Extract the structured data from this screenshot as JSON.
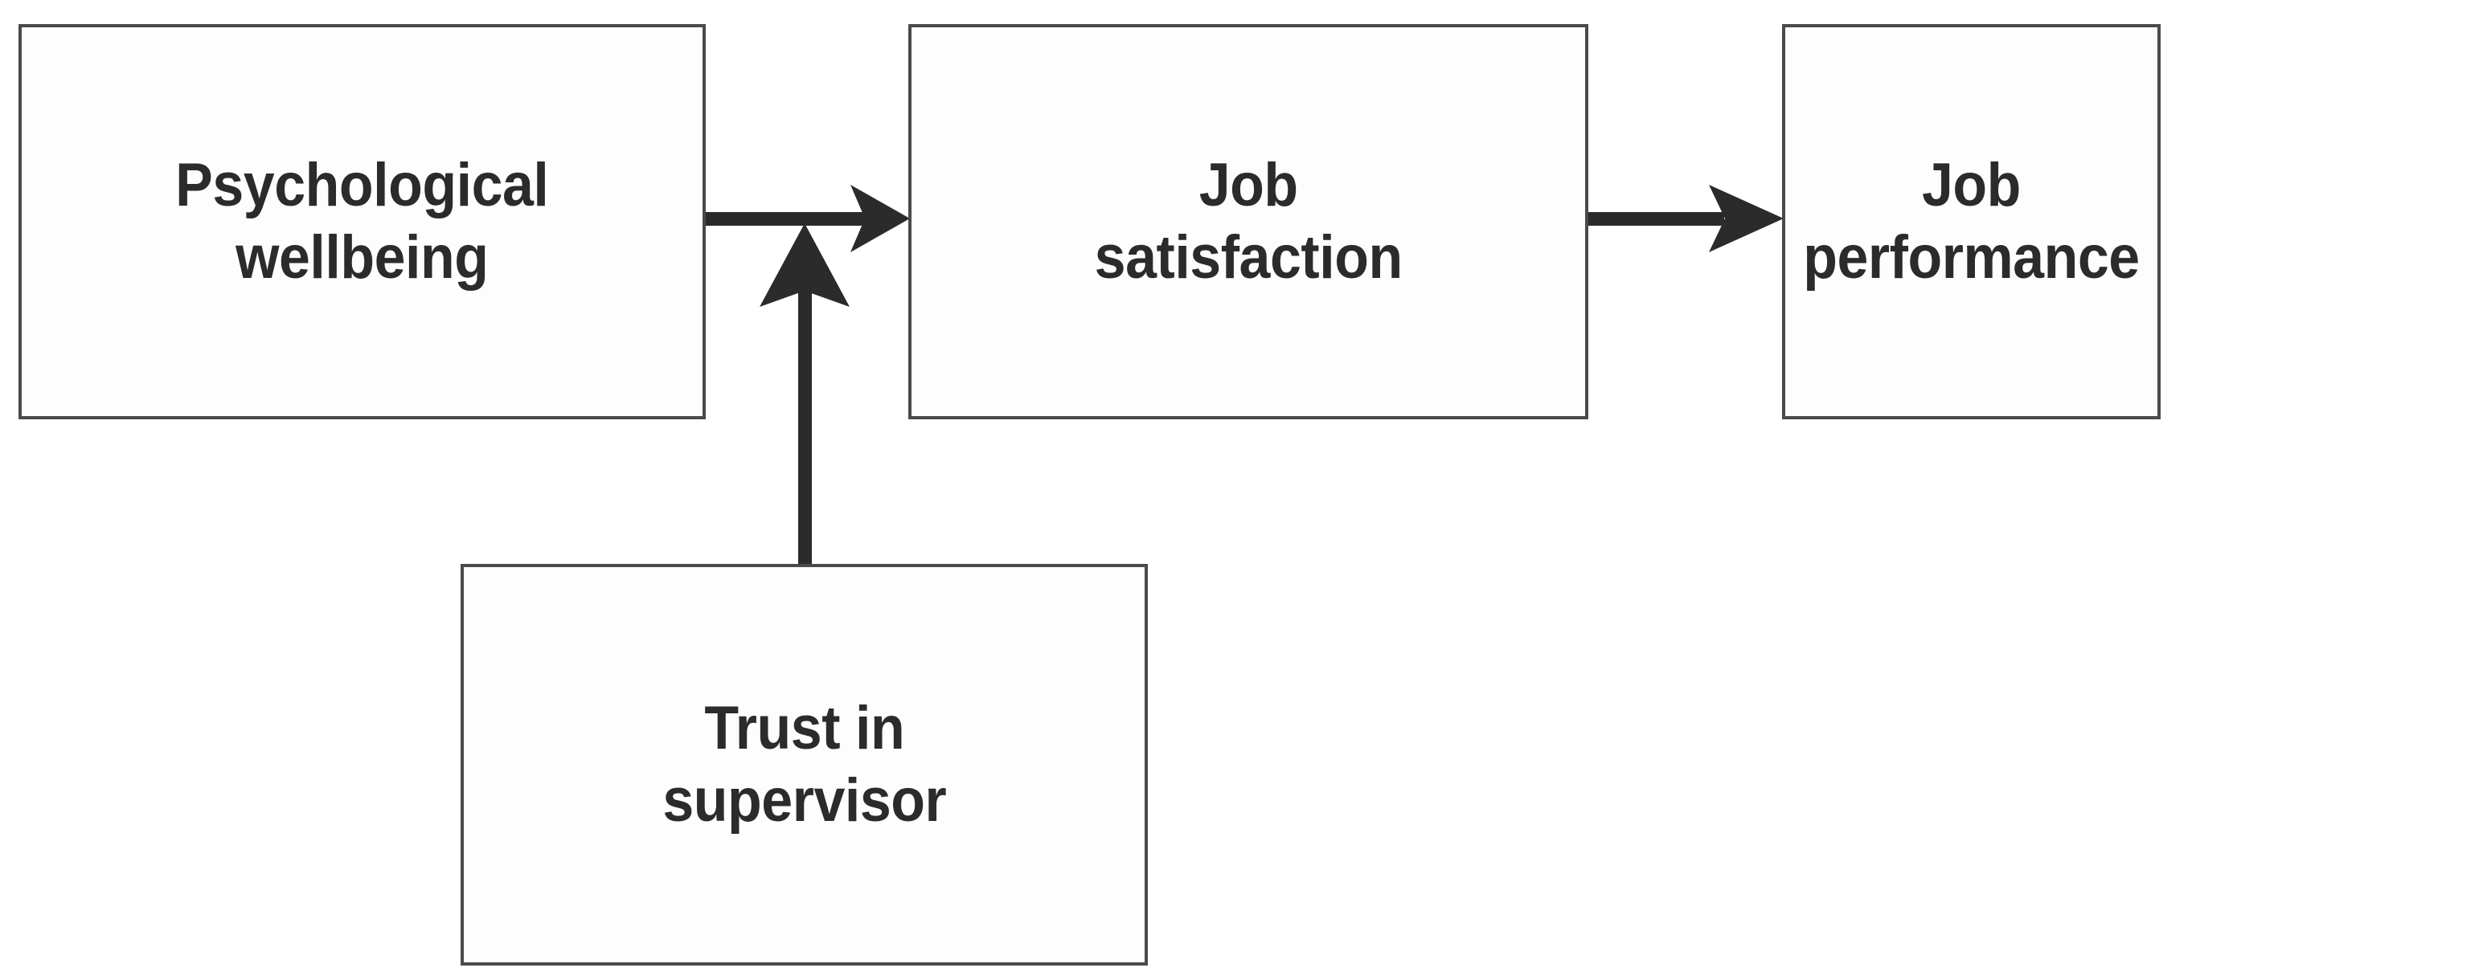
{
  "diagram": {
    "type": "conceptual-model-flow",
    "background_color": "#ffffff",
    "box_border_color": "#4a4a4a",
    "arrow_color": "#2b2b2b",
    "text_color": "#2b2b2b",
    "nodes": [
      {
        "id": "psychological-wellbeing",
        "label": "Psychological\nwellbeing",
        "line1": "Psychological",
        "line2": "wellbeing",
        "position": "top-left"
      },
      {
        "id": "job-satisfaction",
        "label": "Job\nsatisfaction",
        "line1": "Job",
        "line2": "satisfaction",
        "position": "top-center"
      },
      {
        "id": "job-performance",
        "label": "Job\nperformance",
        "line1": "Job",
        "line2": "performance",
        "position": "top-right"
      },
      {
        "id": "trust-in-supervisor",
        "label": "Trust in\nsupervisor",
        "line1": "Trust in",
        "line2": "supervisor",
        "position": "bottom-center"
      }
    ],
    "edges": [
      {
        "id": "wellbeing-to-satisfaction",
        "from": "psychological-wellbeing",
        "to": "job-satisfaction",
        "direction": "horizontal-right",
        "arrowhead": "filled-triangle"
      },
      {
        "id": "satisfaction-to-performance",
        "from": "job-satisfaction",
        "to": "job-performance",
        "direction": "horizontal-right",
        "arrowhead": "filled-triangle"
      },
      {
        "id": "trust-moderates-wellbeing-satisfaction",
        "from": "trust-in-supervisor",
        "to": "wellbeing-to-satisfaction",
        "direction": "vertical-up",
        "arrowhead": "filled-triangle"
      }
    ]
  }
}
